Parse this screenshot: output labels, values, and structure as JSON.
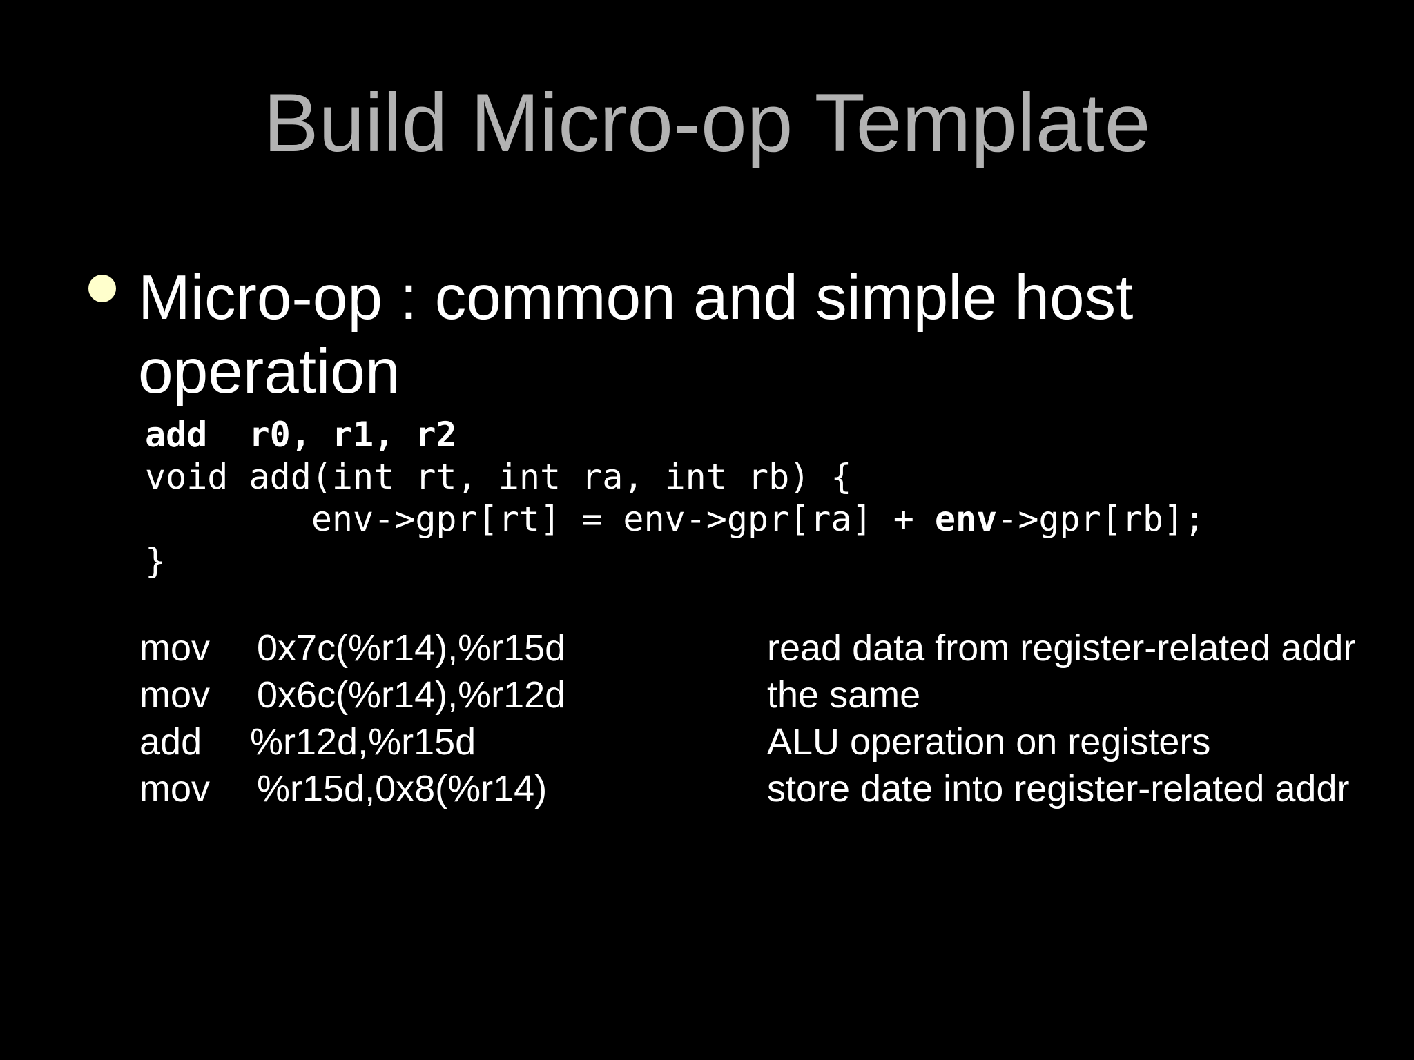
{
  "title": "Build Micro-op Template",
  "bullet": {
    "icon": "bullet-dot",
    "color": "#ffffcc",
    "lines": [
      "Micro-op : common and simple host",
      "operation"
    ]
  },
  "code": {
    "line1": "add  r0, r1, r2",
    "line2": "void add(int rt, int ra, int rb) {",
    "line3_a": "        env->gpr[rt] = env->gpr[ra] + ",
    "line3_b": "env",
    "line3_c": "->gpr[rb];",
    "line4": "}"
  },
  "asm": [
    {
      "op": "mov",
      "args": "0x7c(%r14),%r15d",
      "comment": "read data from register-related addr"
    },
    {
      "op": "mov",
      "args": "0x6c(%r14),%r12d",
      "comment": "the same"
    },
    {
      "op": "add",
      "args": "%r12d,%r15d",
      "comment": "ALU operation on registers"
    },
    {
      "op": "mov",
      "args": "%r15d,0x8(%r14)",
      "comment": "store date into register-related addr"
    }
  ]
}
